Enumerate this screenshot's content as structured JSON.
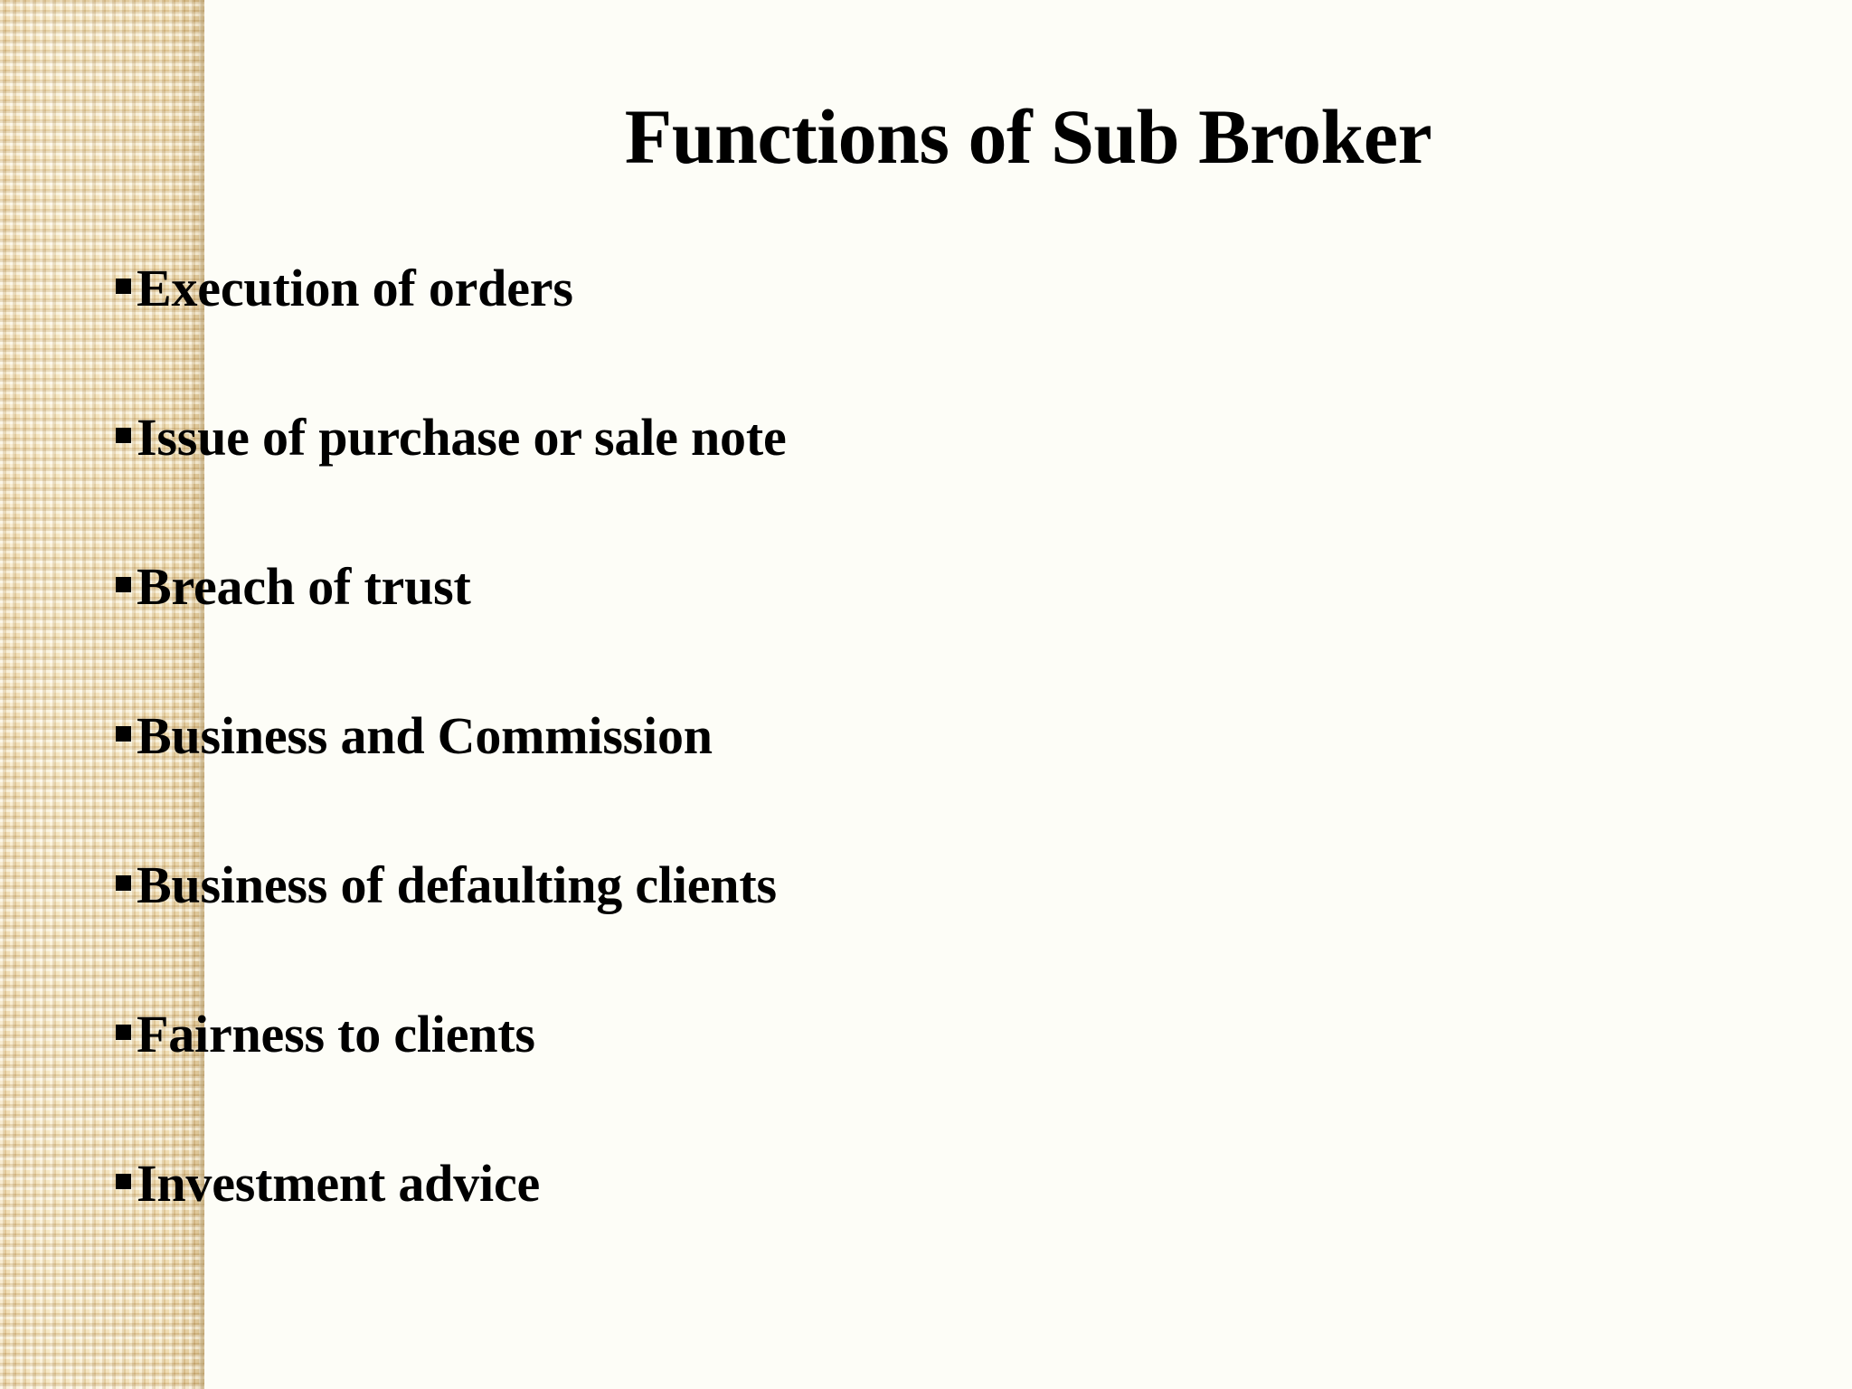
{
  "slide": {
    "title": "Functions of Sub Broker",
    "background_color": "#fdfdf7",
    "band_color": "#f2e2bd",
    "text_color": "#000000",
    "bullet_glyph": "square-bullet"
  },
  "bullets": [
    {
      "label": "Execution of orders"
    },
    {
      "label": "Issue of purchase or sale note"
    },
    {
      "label": "Breach of trust"
    },
    {
      "label": "Business and Commission"
    },
    {
      "label": "Business of defaulting clients"
    },
    {
      "label": "Fairness to clients"
    },
    {
      "label": "Investment advice"
    }
  ]
}
